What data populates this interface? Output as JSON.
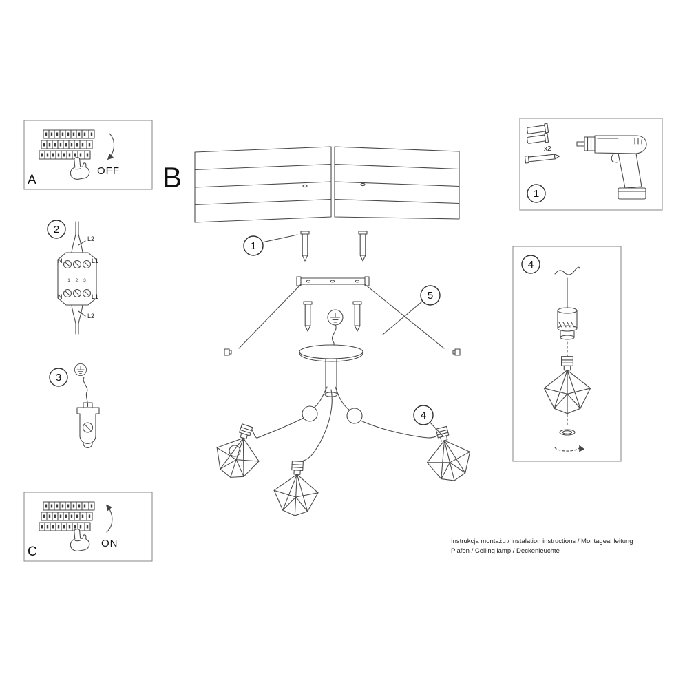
{
  "panel_a": {
    "letter": "A",
    "state_label": "OFF"
  },
  "panel_c": {
    "letter": "C",
    "state_label": "ON"
  },
  "section_b_letter": "B",
  "panel_tools": {
    "step_number": "1",
    "anchor_quantity": "x2"
  },
  "panel_shade_assembly": {
    "step_number": "4"
  },
  "callouts": {
    "screws": "1",
    "wiring": "2",
    "ground_clamp": "3",
    "shades": "4",
    "canopy_mount": "5"
  },
  "wiring_diagram": {
    "label_l2_top": "L2",
    "label_n_top": "N",
    "label_l1_top": "L1",
    "label_n_bottom": "N",
    "label_l1_bottom": "L1",
    "label_l2_bottom": "L2",
    "terminal_numbers": "1 2 3"
  },
  "footer": {
    "line1": "Instrukcja montażu / instalation instructions / Montageanleitung",
    "line2": "Plafon / Ceiling lamp / Deckenleuchte"
  }
}
